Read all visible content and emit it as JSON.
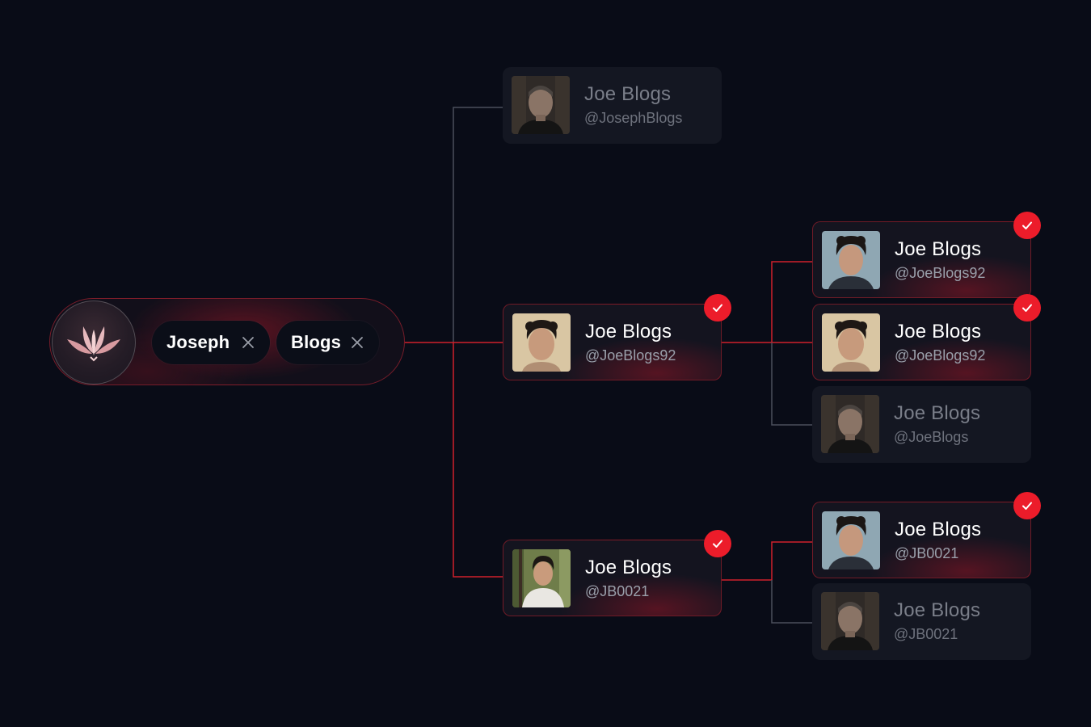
{
  "search": {
    "terms": [
      "Joseph",
      "Blogs"
    ],
    "remove_icon": "close-icon",
    "logo_icon": "lotus-logo-icon"
  },
  "colors": {
    "background": "#090c17",
    "accent": "#ec1c2a",
    "connector_match": "#d0202b",
    "connector_other": "#4a4f5c"
  },
  "results": {
    "level1": [
      {
        "name": "Joe Blogs",
        "handle": "@JosephBlogs",
        "verified": false,
        "avatar": "older-man"
      },
      {
        "name": "Joe Blogs",
        "handle": "@JoeBlogs92",
        "verified": true,
        "avatar": "young-man-beige"
      },
      {
        "name": "Joe Blogs",
        "handle": "@JB0021",
        "verified": true,
        "avatar": "young-man-outdoor"
      }
    ],
    "level2_joeblogs92": [
      {
        "name": "Joe Blogs",
        "handle": "@JoeBlogs92",
        "verified": true,
        "avatar": "young-man-blue"
      },
      {
        "name": "Joe Blogs",
        "handle": "@JoeBlogs92",
        "verified": true,
        "avatar": "young-man-beige"
      },
      {
        "name": "Joe Blogs",
        "handle": "@JoeBlogs",
        "verified": false,
        "avatar": "older-man"
      }
    ],
    "level2_jb0021": [
      {
        "name": "Joe Blogs",
        "handle": "@JB0021",
        "verified": true,
        "avatar": "young-man-blue"
      },
      {
        "name": "Joe Blogs",
        "handle": "@JB0021",
        "verified": false,
        "avatar": "older-man"
      }
    ]
  }
}
